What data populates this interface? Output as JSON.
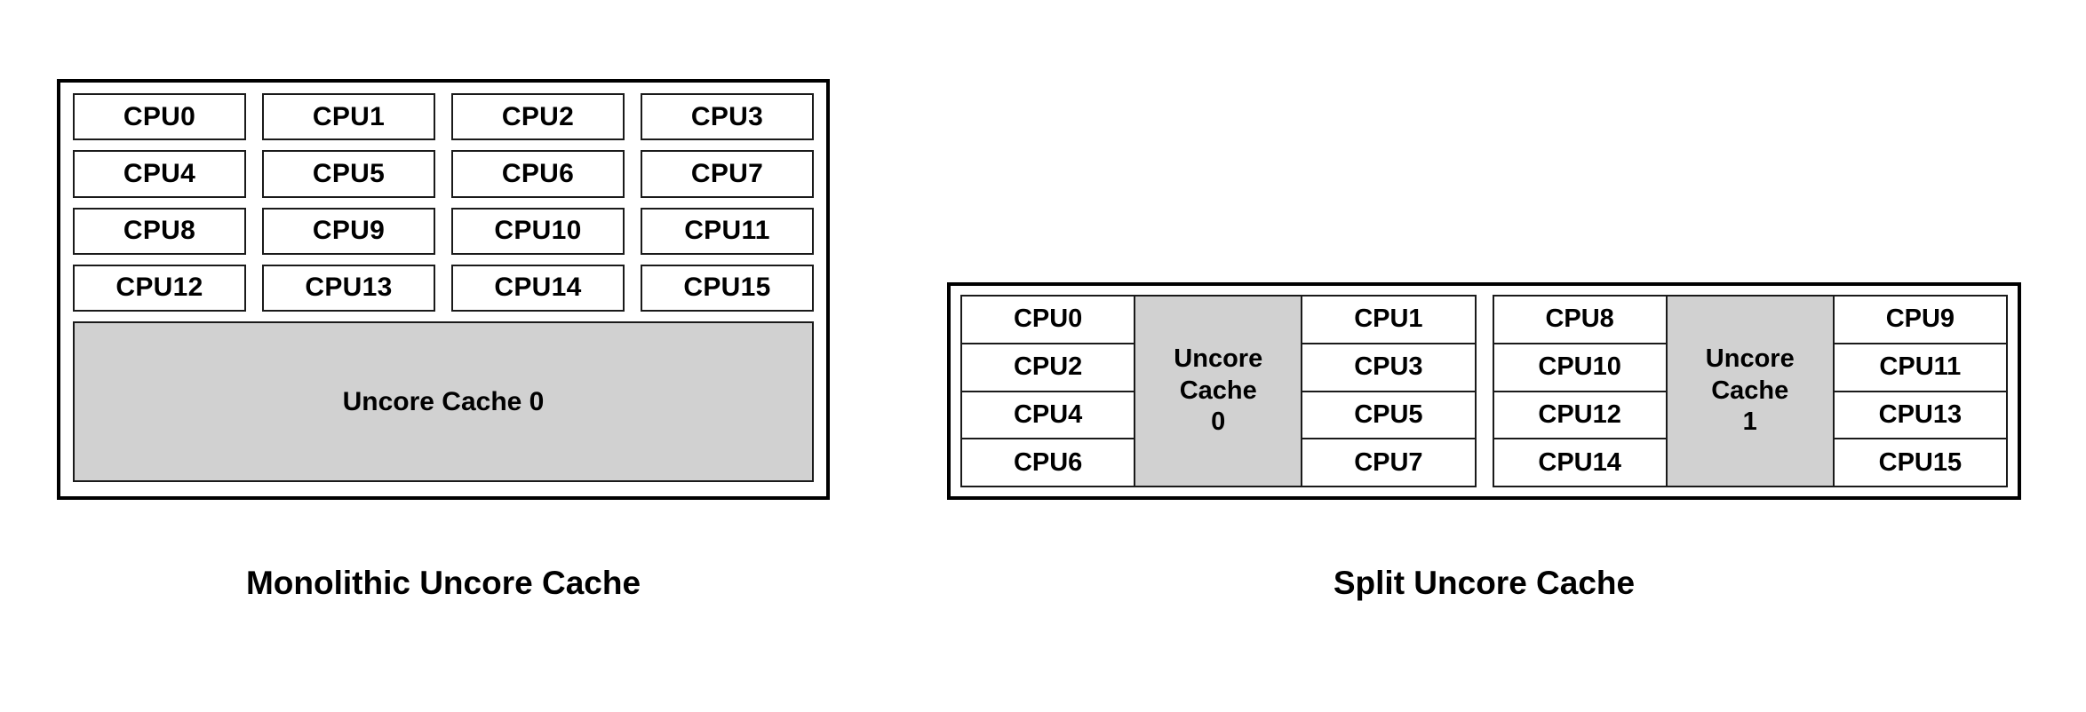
{
  "figures": {
    "monolithic": {
      "caption": "Monolithic Uncore Cache",
      "cpus": [
        "CPU0",
        "CPU1",
        "CPU2",
        "CPU3",
        "CPU4",
        "CPU5",
        "CPU6",
        "CPU7",
        "CPU8",
        "CPU9",
        "CPU10",
        "CPU11",
        "CPU12",
        "CPU13",
        "CPU14",
        "CPU15"
      ],
      "cache": {
        "label": "Uncore Cache 0"
      }
    },
    "split": {
      "caption": "Split Uncore Cache",
      "groups": [
        {
          "left_column": [
            "CPU0",
            "CPU2",
            "CPU4",
            "CPU6"
          ],
          "cache_line1": "Uncore",
          "cache_line2": "Cache",
          "cache_line3": "0",
          "right_column": [
            "CPU1",
            "CPU3",
            "CPU5",
            "CPU7"
          ]
        },
        {
          "left_column": [
            "CPU8",
            "CPU10",
            "CPU12",
            "CPU14"
          ],
          "cache_line1": "Uncore",
          "cache_line2": "Cache",
          "cache_line3": "1",
          "right_column": [
            "CPU9",
            "CPU11",
            "CPU13",
            "CPU15"
          ]
        }
      ]
    }
  },
  "colors": {
    "cache_fill": "#D1D1D1",
    "border": "#000000",
    "background": "#FFFFFF",
    "text": "#000000"
  }
}
